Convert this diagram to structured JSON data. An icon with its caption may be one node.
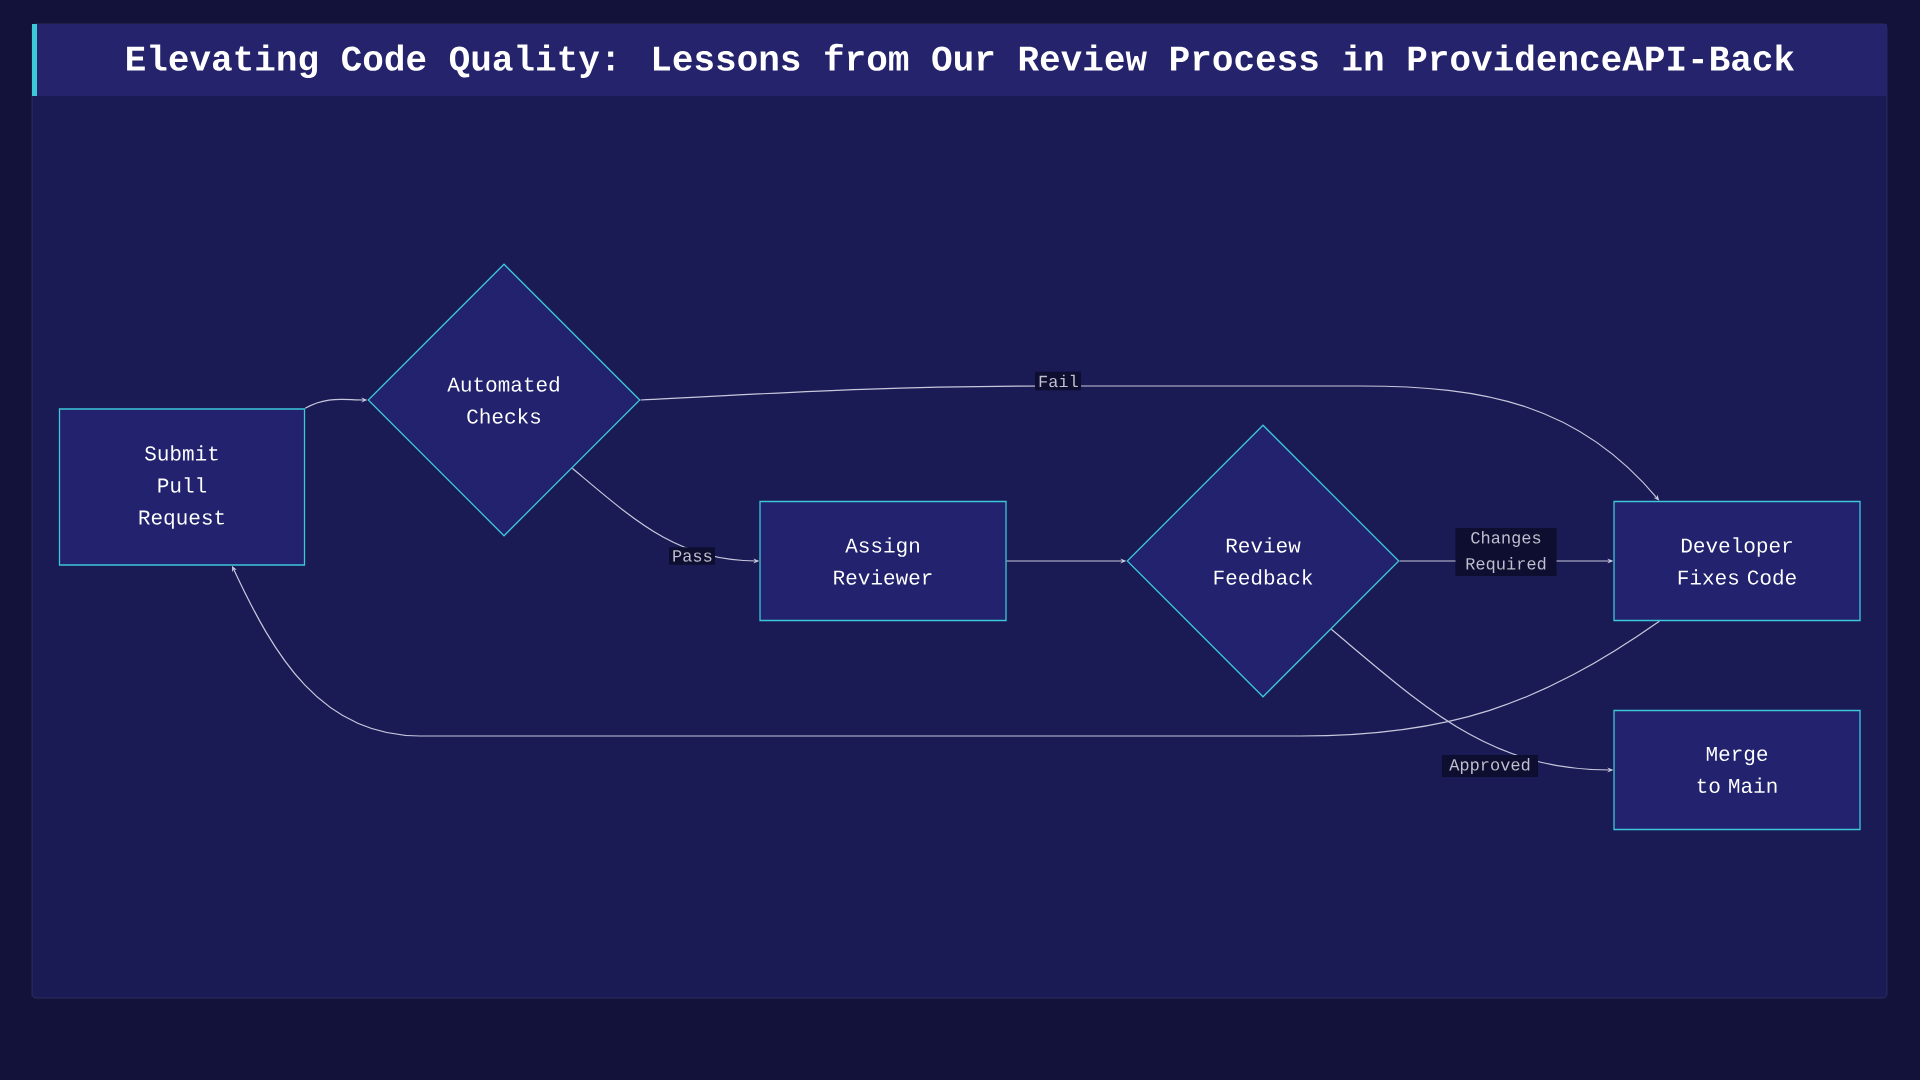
{
  "diagram": {
    "title": "Elevating Code Quality: Lessons from Our Review Process in ProvidenceAPI-Back",
    "nodes": [
      {
        "text": [
          "Submit Pull Request"
        ]
      },
      {
        "text": [
          "Automated Checks"
        ]
      },
      {
        "text": [
          "Assign Reviewer"
        ]
      },
      {
        "text": [
          "Review Feedback"
        ]
      },
      {
        "text": [
          "Developer Fixes Code"
        ]
      },
      {
        "text": [
          "Merge to Main"
        ]
      }
    ],
    "edges": [
      {
        "from": 0,
        "to": 1,
        "arrow": "to"
      },
      {
        "from": 1,
        "to": 4,
        "arrow": "to",
        "label": "Fail"
      },
      {
        "from": 1,
        "to": 2,
        "arrow": "to",
        "label": "Pass"
      },
      {
        "from": 2,
        "to": 3,
        "arrow": "to"
      },
      {
        "from": 3,
        "to": 4,
        "arrow": "to",
        "label": "Changes Required"
      },
      {
        "from": 3,
        "to": 5,
        "arrow": "to",
        "label": "Approved"
      },
      {
        "from": 4,
        "to": 0,
        "arrow": "to"
      }
    ]
  }
}
